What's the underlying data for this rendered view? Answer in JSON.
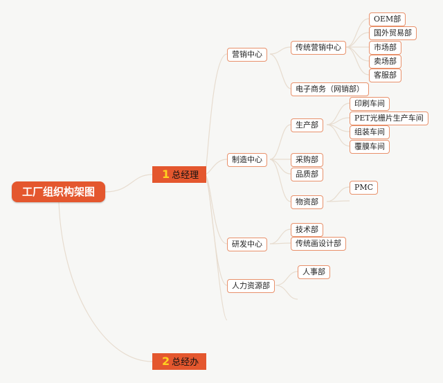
{
  "root": {
    "label": "工厂组织构架图"
  },
  "branches": [
    {
      "num": "1",
      "label": "总经理"
    },
    {
      "num": "2",
      "label": "总经办"
    }
  ],
  "nodes": {
    "marketing": "营销中心",
    "traditional_marketing": "传统营销中心",
    "oem": "OEM部",
    "intl_trade": "国外贸易部",
    "market_dept": "市场部",
    "store_dept": "卖场部",
    "customer_service": "客服部",
    "ecommerce": "电子商务（网销部）",
    "manufacturing": "制造中心",
    "production": "生产部",
    "printing": "印刷车间",
    "pet": "PET光栅片生产车间",
    "assembly": "组装车间",
    "laminating": "覆膜车间",
    "purchasing": "采购部",
    "quality": "品质部",
    "materials": "物资部",
    "pmc": "PMC",
    "rnd": "研发中心",
    "tech": "技术部",
    "traditional_design": "传统画设计部",
    "hr": "人力资源部",
    "personnel": "人事部"
  }
}
